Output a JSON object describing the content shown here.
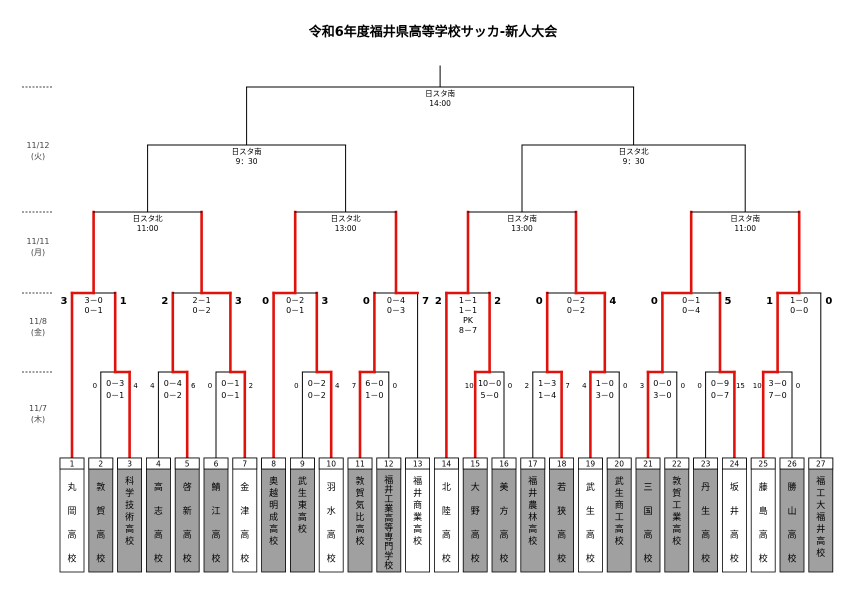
{
  "title": "令和6年度福井県高等学校サッカ-新人大会",
  "dates": [
    {
      "date": "11/12",
      "day": "(火)"
    },
    {
      "date": "11/11",
      "day": "(月)"
    },
    {
      "date": "11/8",
      "day": "(金)"
    },
    {
      "date": "11/7",
      "day": "(木)"
    }
  ],
  "teams": [
    {
      "no": "1",
      "name": "丸岡高校",
      "shaded": false
    },
    {
      "no": "2",
      "name": "敦賀高校",
      "shaded": true
    },
    {
      "no": "3",
      "name": "科学技術高校",
      "shaded": true
    },
    {
      "no": "4",
      "name": "高志高校",
      "shaded": true
    },
    {
      "no": "5",
      "name": "啓新高校",
      "shaded": true
    },
    {
      "no": "6",
      "name": "鯖江高校",
      "shaded": true
    },
    {
      "no": "7",
      "name": "金津高校",
      "shaded": false
    },
    {
      "no": "8",
      "name": "奥越明成高校",
      "shaded": true
    },
    {
      "no": "9",
      "name": "武生東高校",
      "shaded": true
    },
    {
      "no": "10",
      "name": "羽水高校",
      "shaded": false
    },
    {
      "no": "11",
      "name": "敦賀気比高校",
      "shaded": true
    },
    {
      "no": "12",
      "name": "福井工業高等専門学校",
      "shaded": true
    },
    {
      "no": "13",
      "name": "福井商業高校",
      "shaded": false
    },
    {
      "no": "14",
      "name": "北陸高校",
      "shaded": false
    },
    {
      "no": "15",
      "name": "大野高校",
      "shaded": true
    },
    {
      "no": "16",
      "name": "美方高校",
      "shaded": true
    },
    {
      "no": "17",
      "name": "福井農林高校",
      "shaded": true
    },
    {
      "no": "18",
      "name": "若狭高校",
      "shaded": true
    },
    {
      "no": "19",
      "name": "武生高校",
      "shaded": false
    },
    {
      "no": "20",
      "name": "武生商工高校",
      "shaded": true
    },
    {
      "no": "21",
      "name": "三国高校",
      "shaded": true
    },
    {
      "no": "22",
      "name": "敦賀工業高校",
      "shaded": true
    },
    {
      "no": "23",
      "name": "丹生高校",
      "shaded": true
    },
    {
      "no": "24",
      "name": "坂井高校",
      "shaded": false
    },
    {
      "no": "25",
      "name": "藤島高校",
      "shaded": false
    },
    {
      "no": "26",
      "name": "勝山高校",
      "shaded": true
    },
    {
      "no": "27",
      "name": "福工大福井高校",
      "shaded": true
    }
  ],
  "round1": [
    {
      "left": "0",
      "right": "4",
      "h1": "0－3",
      "h2": "0－1"
    },
    {
      "left": "4",
      "right": "6",
      "h1": "0－4",
      "h2": "0－2"
    },
    {
      "left": "0",
      "right": "2",
      "h1": "0－1",
      "h2": "0－1"
    },
    {
      "left": "0",
      "right": "4",
      "h1": "0－2",
      "h2": "0－2"
    },
    {
      "left": "7",
      "right": "0",
      "h1": "6－0",
      "h2": "1－0"
    },
    {
      "left": "10",
      "right": "0",
      "h1": "10－0",
      "h2": "5－0"
    },
    {
      "left": "2",
      "right": "7",
      "h1": "1－3",
      "h2": "1－4"
    },
    {
      "left": "4",
      "right": "0",
      "h1": "1－0",
      "h2": "3－0"
    },
    {
      "left": "3",
      "right": "0",
      "h1": "0－0",
      "h2": "3－0"
    },
    {
      "left": "0",
      "right": "15",
      "h1": "0－9",
      "h2": "0－7"
    },
    {
      "left": "10",
      "right": "0",
      "h1": "3－0",
      "h2": "7－0"
    }
  ],
  "round2": [
    {
      "left": "3",
      "right": "1",
      "s": [
        "3－0",
        "0－1"
      ]
    },
    {
      "left": "2",
      "right": "3",
      "s": [
        "2－1",
        "0－2"
      ]
    },
    {
      "left": "0",
      "right": "3",
      "s": [
        "0－2",
        "0－1"
      ]
    },
    {
      "left": "0",
      "right": "7",
      "s": [
        "0－4",
        "0－3"
      ]
    },
    {
      "left": "2",
      "right": "2",
      "s": [
        "1－1",
        "1－1",
        "PK",
        "8－7"
      ]
    },
    {
      "left": "0",
      "right": "4",
      "s": [
        "0－2",
        "0－2"
      ]
    },
    {
      "left": "0",
      "right": "5",
      "s": [
        "0－1",
        "0－4"
      ]
    },
    {
      "left": "1",
      "right": "0",
      "s": [
        "1－0",
        "0－0"
      ]
    }
  ],
  "quarterfinals": [
    {
      "venue": "日スタ北",
      "time": "11:00"
    },
    {
      "venue": "日スタ北",
      "time": "13:00"
    },
    {
      "venue": "日スタ南",
      "time": "13:00"
    },
    {
      "venue": "日スタ南",
      "time": "11:00"
    }
  ],
  "semifinals": [
    {
      "venue": "日スタ南",
      "time": "9：30"
    },
    {
      "venue": "日スタ北",
      "time": "9：30"
    }
  ],
  "final": {
    "venue": "日スタ南",
    "time": "14:00"
  },
  "colors": {
    "winner": "#e0120c",
    "line": "#000000",
    "shade": "#a0a0a0"
  }
}
